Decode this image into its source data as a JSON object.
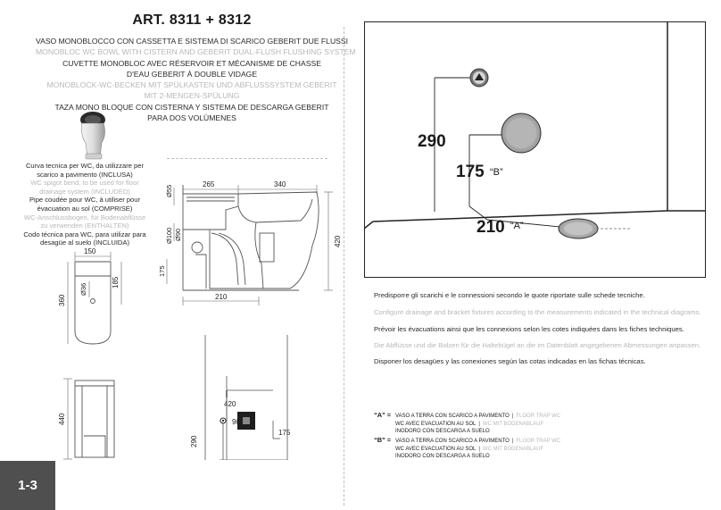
{
  "title": "ART. 8311 + 8312",
  "description": [
    {
      "text": "VASO MONOBLOCCO CON CASSETTA E SISTEMA DI SCARICO GEBERIT DUE FLUSSI",
      "tone": "dark"
    },
    {
      "text": "MONOBLOC WC BOWL WITH CISTERN AND GEBERIT DUAL-FLUSH FLUSHING SYSTEM",
      "tone": "gray"
    },
    {
      "text": "CUVETTE MONOBLOC AVEC RÉSERVOIR ET MÉCANISME DE CHASSE",
      "tone": "dark"
    },
    {
      "text": "D'EAU GEBERIT À DOUBLE VIDAGE",
      "tone": "dark"
    },
    {
      "text": "MONOBLOCK-WC-BECKEN MIT SPÜLKASTEN UND ABFLUSSSYSTEM GEBERIT",
      "tone": "gray"
    },
    {
      "text": "MIT 2-MENGEN-SPÜLUNG",
      "tone": "gray"
    },
    {
      "text": "TAZA MONO BLOQUE CON CISTERNA Y SISTEMA DE DESCARGA GEBERIT",
      "tone": "dark"
    },
    {
      "text": "PARA DOS VOLÚMENES",
      "tone": "dark"
    }
  ],
  "bend_note": [
    {
      "text": "Curva tecnica per WC, da utilizzare per",
      "tone": "dark"
    },
    {
      "text": "scarico a pavimento (INCLUSA)",
      "tone": "dark"
    },
    {
      "text": "WC spigot bend, to be used for floor",
      "tone": "gray"
    },
    {
      "text": "drainage system (INCLUDED)",
      "tone": "gray"
    },
    {
      "text": "Pipe coudée pour WC, à utiliser pour",
      "tone": "dark"
    },
    {
      "text": "évacuation au sol (COMPRISE)",
      "tone": "dark"
    },
    {
      "text": "WC-Anschlussbogen, für Bodenabflüsse",
      "tone": "gray"
    },
    {
      "text": "zu verwenden (ENTHALTEN)",
      "tone": "gray"
    },
    {
      "text": "Codo técnica para WC, para utilizar para",
      "tone": "dark"
    },
    {
      "text": "desagüe al suelo (INCLUIDA)",
      "tone": "dark"
    }
  ],
  "dims_side": {
    "d265": "265",
    "d340": "340",
    "d55": "Ø55",
    "d100": "Ø100",
    "d90": "Ø90",
    "d175": "175",
    "d420": "420",
    "d210": "210"
  },
  "dims_top": {
    "d150": "150",
    "d36": "Ø36",
    "d360": "360",
    "d185": "185"
  },
  "dims_front": {
    "d440": "440"
  },
  "dims_wall": {
    "d420": "420",
    "d90": "90",
    "d290": "290",
    "d175": "175"
  },
  "install": {
    "d290": "290",
    "d175": "175",
    "d210": "210",
    "label_b": "“B”",
    "label_a": "“A”"
  },
  "paragraphs": [
    {
      "text": "Predisporre gli scarichi e le connessioni secondo le quote riportate sulle schede tecniche.",
      "tone": "dark"
    },
    {
      "text": "Configure drainage and bracket fixtures according to the measurements indicated in the technical diagrams.",
      "tone": "gray"
    },
    {
      "text": "Prévoir les évacuations ainsi que les connexions selon les cotes indiquées dans les fiches techniques.",
      "tone": "dark"
    },
    {
      "text": "Die Abflüsse und die Bolzen für die Haltebügel an die im Datenblatt angegebenen Abmessungen anpassen.",
      "tone": "gray"
    },
    {
      "text": "Disponer los desagües y las conexiones según las cotas indicadas en las fichas técnicas.",
      "tone": "dark"
    }
  ],
  "legend": {
    "a": {
      "key": "“A” =",
      "l1a": "VASO A TERRA CON SCARICO A PAVIMENTO",
      "l1b": "FLOOR TRAP WC",
      "l2a": "WC AVEC EVACUATION AU SOL",
      "l2b": "WC MIT BODENABLAUF",
      "l3": "INODORO CON DESCARGA A SUELO"
    },
    "b": {
      "key": "“B” =",
      "l1a": "VASO A TERRA CON SCARICO A PAVIMENTO",
      "l1b": "FLOOR TRAP WC",
      "l2a": "WC AVEC EVACUATION AU SOL",
      "l2b": "WC MIT BODENABLAUF",
      "l3": "INODORO CON DESCARGA A SUELO"
    }
  },
  "page_number": "1-3"
}
